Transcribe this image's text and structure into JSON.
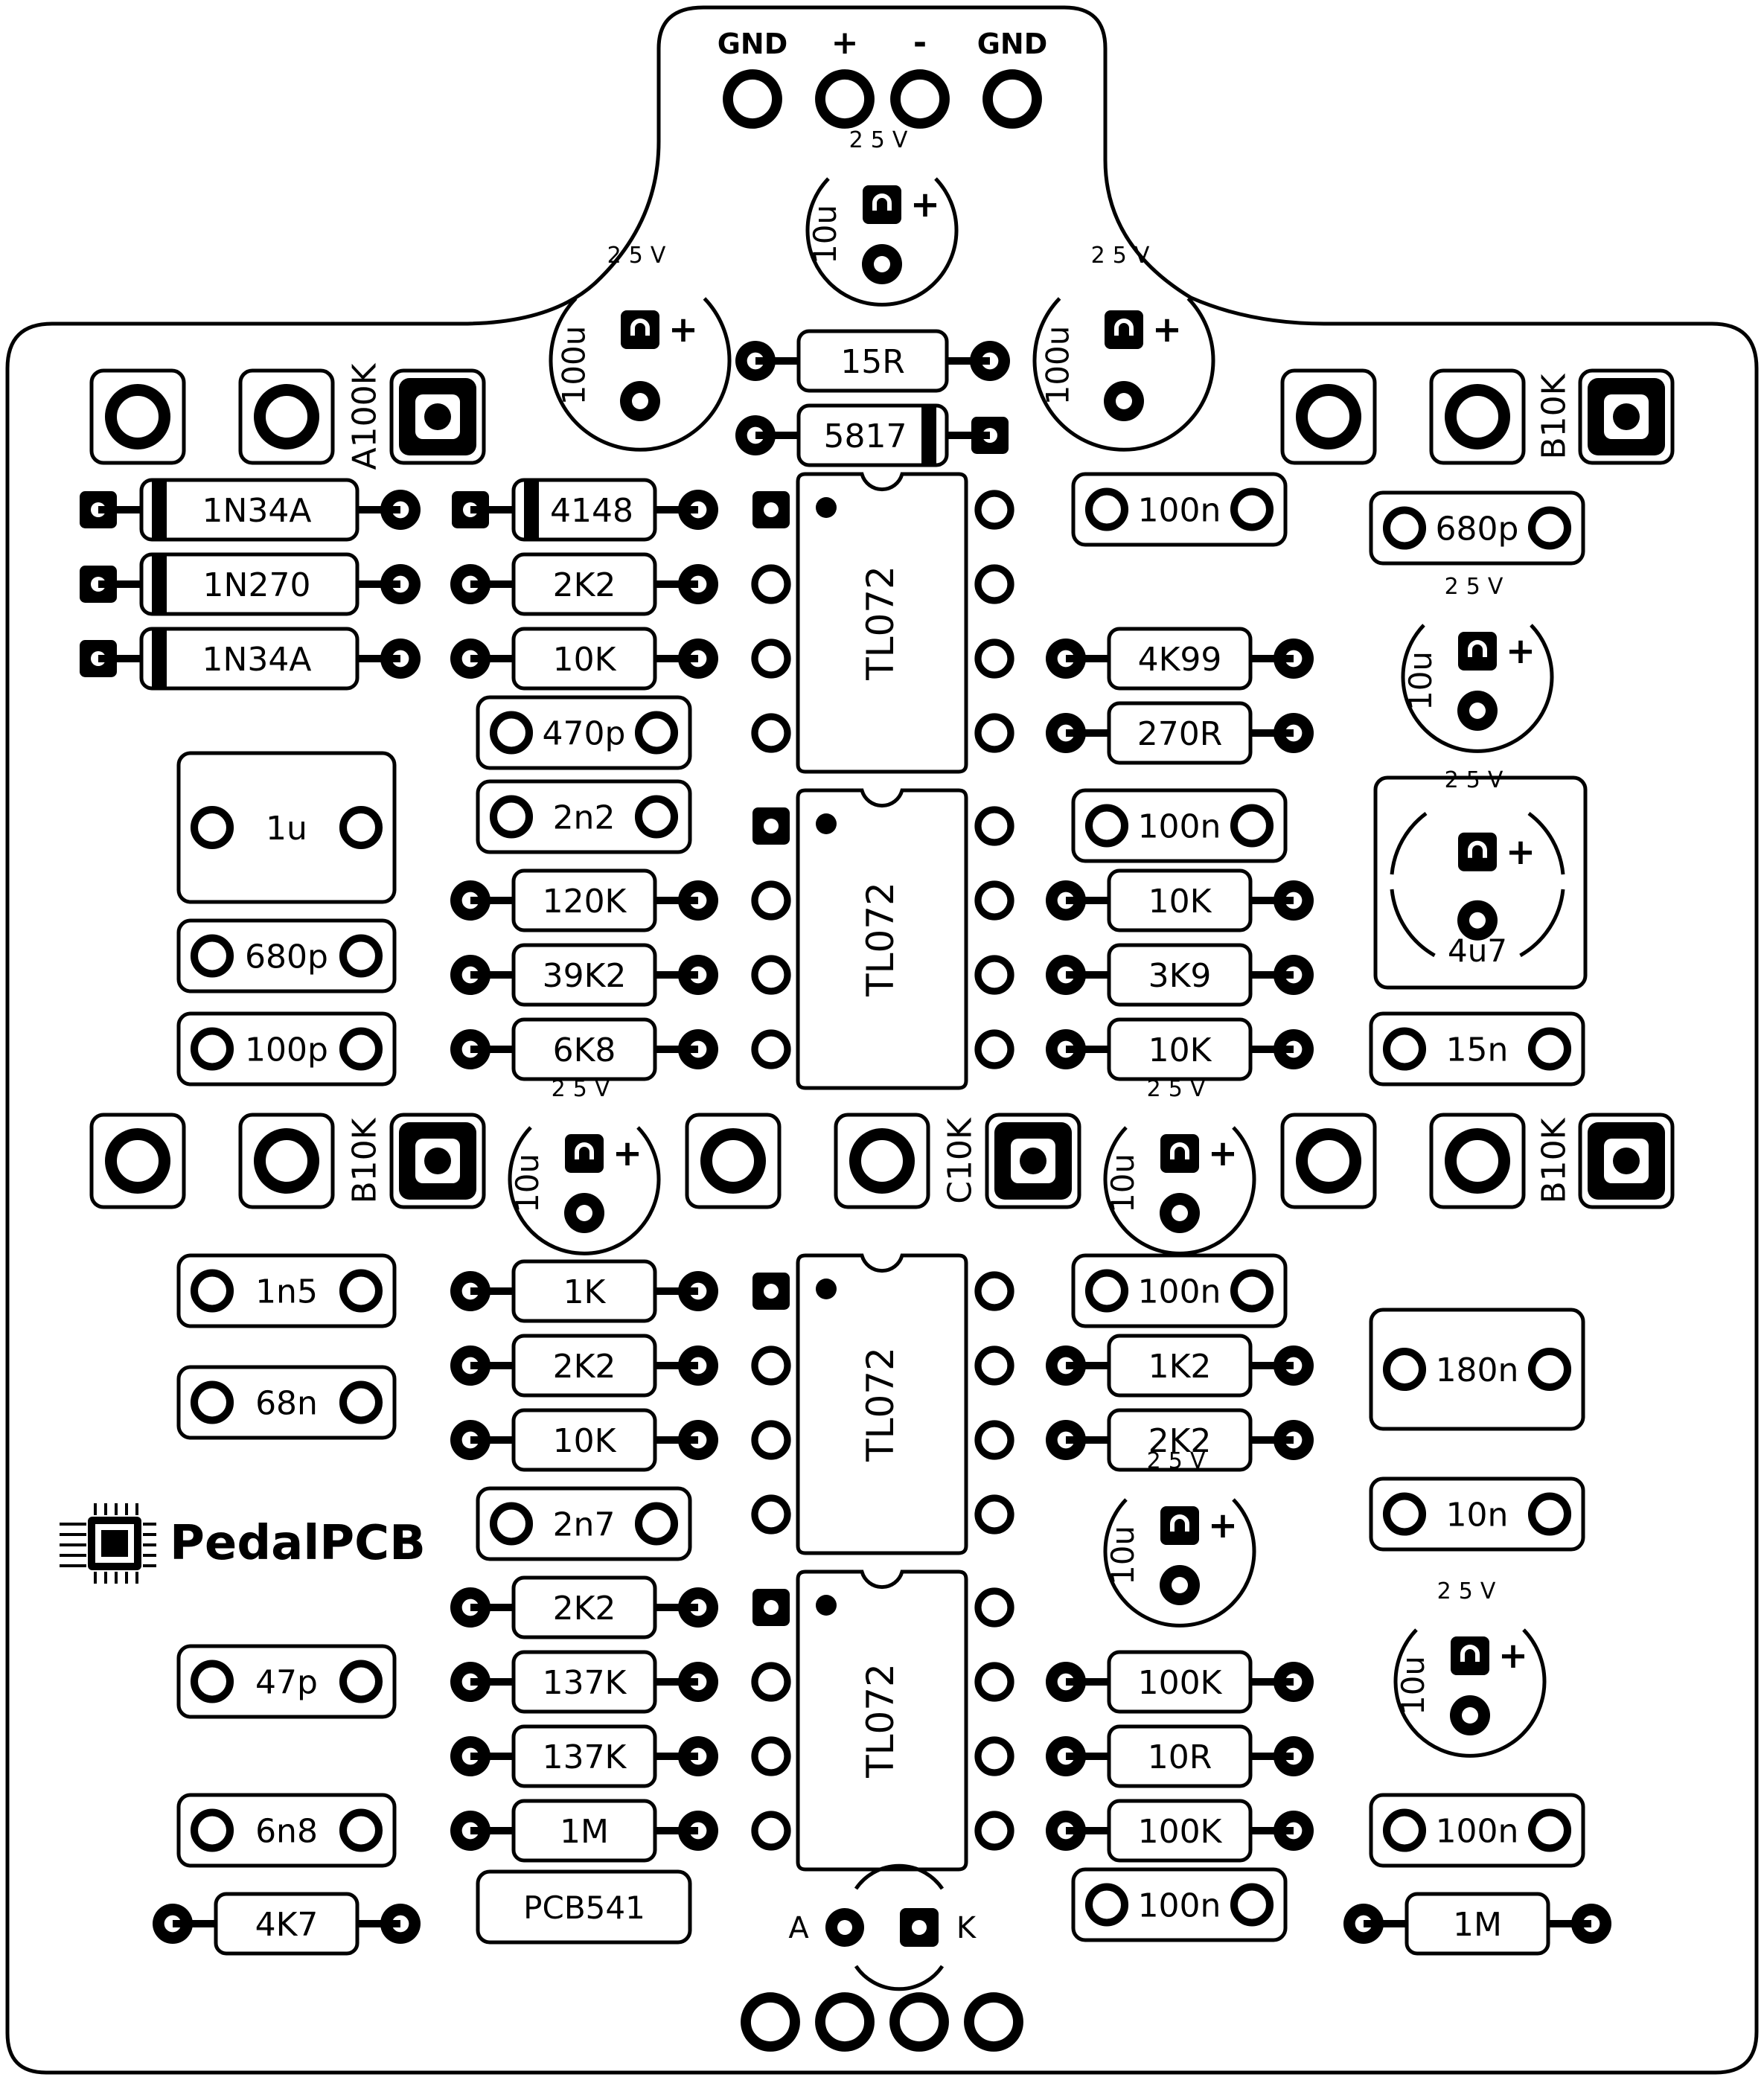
{
  "power_labels": [
    "GND",
    "+",
    "-",
    "GND"
  ],
  "pots": [
    {
      "id": "pot-a100k",
      "value": "A100K"
    },
    {
      "id": "pot-b10k-top-right",
      "value": "B10K"
    },
    {
      "id": "pot-b10k-mid-left",
      "value": "B10K"
    },
    {
      "id": "pot-c10k-mid-center",
      "value": "C10K"
    },
    {
      "id": "pot-b10k-mid-right",
      "value": "B10K"
    }
  ],
  "ic_label": "TL072",
  "electrolytic_caps": [
    {
      "value": "10u",
      "voltage": "25V"
    },
    {
      "value": "100u",
      "voltage": "25V"
    },
    {
      "value": "100u",
      "voltage": "25V"
    },
    {
      "value": "10u",
      "voltage": "25V"
    },
    {
      "value": "4u7",
      "voltage": "25V"
    },
    {
      "value": "10u",
      "voltage": "25V"
    },
    {
      "value": "10u",
      "voltage": "25V"
    },
    {
      "value": "10u",
      "voltage": "25V"
    },
    {
      "value": "10u",
      "voltage": "25V"
    }
  ],
  "resistors": [
    "15R",
    "2K2",
    "10K",
    "120K",
    "39K2",
    "6K8",
    "4K99",
    "270R",
    "10K",
    "3K9",
    "10K",
    "1K",
    "2K2",
    "10K",
    "2K2",
    "137K",
    "137K",
    "1M",
    "1K2",
    "2K2",
    "100K",
    "10R",
    "100K",
    "4K7",
    "1M"
  ],
  "diodes": [
    "5817",
    "1N34A",
    "1N270",
    "1N34A",
    "4148"
  ],
  "film_caps": [
    "100n",
    "680p",
    "470p",
    "2n2",
    "1u",
    "680p",
    "100p",
    "100n",
    "15n",
    "1n5",
    "68n",
    "2n7",
    "47p",
    "6n8",
    "100n",
    "180n",
    "10n",
    "100n",
    "100n"
  ],
  "pcb_label": "PCB541",
  "led_labels": {
    "anode": "A",
    "cathode": "K"
  },
  "logo_text": "PedalPCB"
}
